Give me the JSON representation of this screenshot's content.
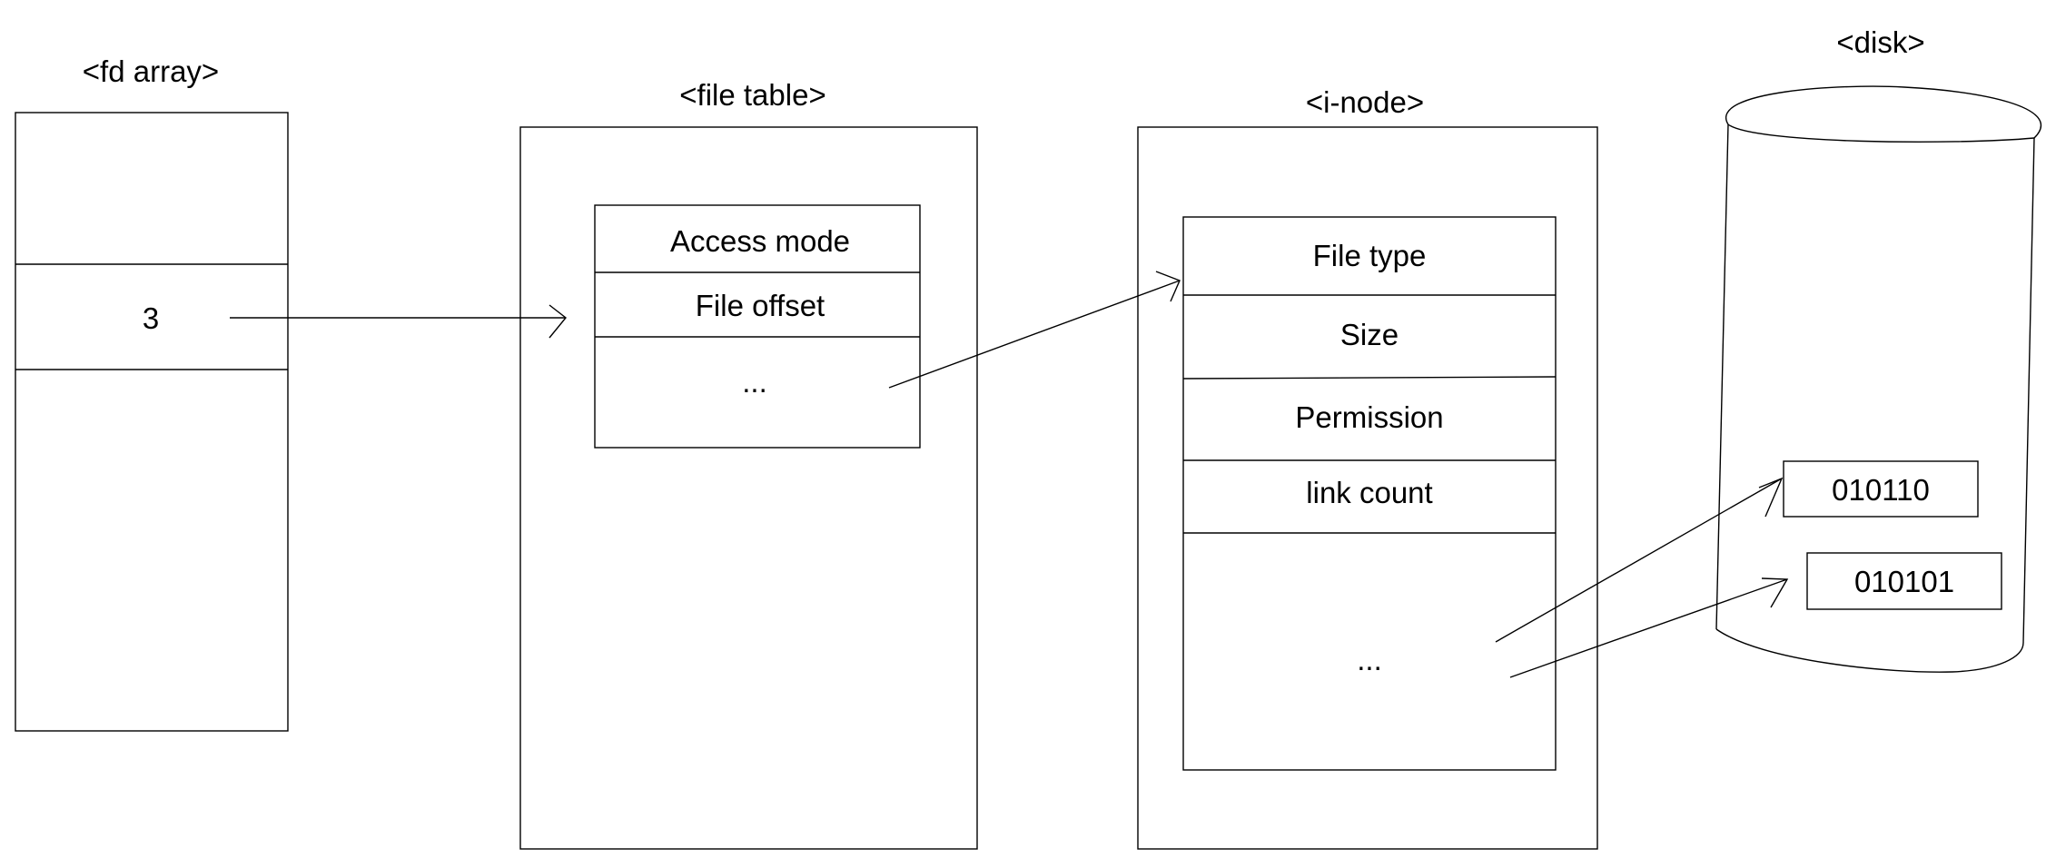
{
  "fd_array": {
    "label": "<fd array>",
    "entry": "3"
  },
  "file_table": {
    "label": "<file table>",
    "fields": [
      "Access mode",
      "File offset",
      "..."
    ]
  },
  "inode": {
    "label": "<i-node>",
    "fields": [
      "File type",
      "Size",
      "Permission",
      "link count",
      "..."
    ]
  },
  "disk": {
    "label": "<disk>",
    "blocks": [
      "010110",
      "010101"
    ]
  }
}
